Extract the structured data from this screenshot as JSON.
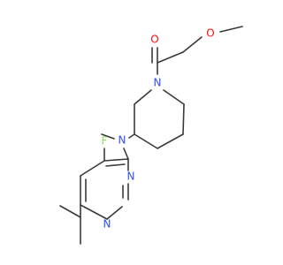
{
  "molecule": {
    "atoms": {
      "o_carbonyl": "O",
      "o_ether": "O",
      "n_piperidine": "N",
      "n_amine": "N",
      "fluorine": "F",
      "n_ring_upper": "N",
      "n_ring_lower": "N"
    },
    "colors": {
      "bond": "#3a3a3a",
      "oxygen": "#ff0d0d",
      "nitrogen": "#3050f8",
      "fluorine": "#90e050",
      "background": "#ffffff"
    }
  }
}
